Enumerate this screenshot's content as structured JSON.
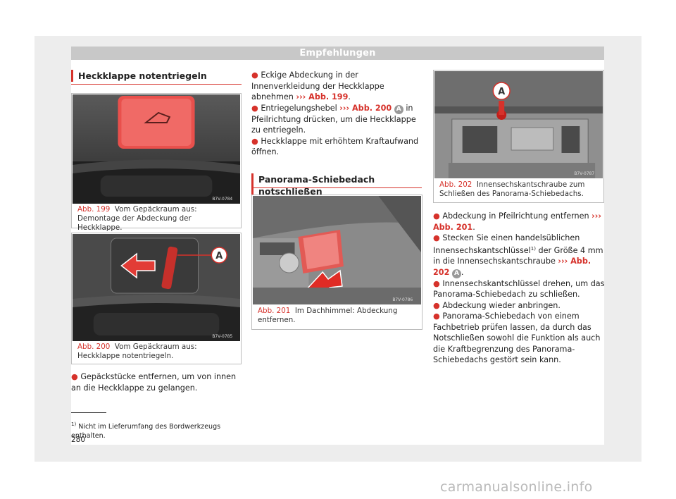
{
  "header": {
    "title": "Empfehlungen"
  },
  "section1": {
    "title": "Heckklappe notentriegeln"
  },
  "fig199": {
    "code": "B7V-0784",
    "number": "Abb. 199",
    "caption": "Vom Gepäckraum aus: Demontage der Abdeckung der Heckklappe."
  },
  "fig200": {
    "code": "B7V-0785",
    "number": "Abb. 200",
    "caption": "Vom Gepäckraum aus: Heckklappe notentriegeln.",
    "label": "A"
  },
  "col1_text": {
    "bullet1": "Gepäckstücke entfernen, um von innen an die Heckklappe zu gelangen."
  },
  "col2_text": {
    "bullet1_a": "Eckige Abdeckung in der Innenverkleidung der Heckklappe abnehmen ",
    "bullet1_ref": "››› Abb. 199",
    "bullet1_end": ".",
    "bullet2_a": "Entriegelungshebel ",
    "bullet2_ref": "››› Abb. 200",
    "bullet2_badge": "A",
    "bullet2_b": " in Pfeilrichtung drücken, um die Heckklappe zu entriegeln.",
    "bullet3": "Heckklappe mit erhöhtem Kraftaufwand öffnen."
  },
  "section2": {
    "title": "Panorama-Schiebedach notschließen"
  },
  "fig201": {
    "code": "B7V-0786",
    "number": "Abb. 201",
    "caption": "Im Dachhimmel: Abdeckung entfernen."
  },
  "fig202": {
    "code": "B7V-0787",
    "number": "Abb. 202",
    "caption": "Innensechskantschraube zum Schließen des Panorama-Schiebedachs.",
    "label": "A"
  },
  "col3_text": {
    "bullet1_a": "Abdeckung in Pfeilrichtung entfernen ",
    "bullet1_ref": "››› Abb. 201",
    "bullet1_end": ".",
    "bullet2_a": "Stecken Sie einen handelsüblichen Innensechskantschlüssel",
    "bullet2_sup": "1)",
    "bullet2_b": " der Größe 4 mm in die Innensechskantschraube ",
    "bullet2_ref": "››› Abb. 202",
    "bullet2_badge": "A",
    "bullet2_end": ".",
    "bullet3": "Innensechskantschlüssel drehen, um das Panorama-Schiebedach zu schließen.",
    "bullet4": "Abdeckung wieder anbringen.",
    "bullet5": "Panorama-Schiebedach von einem Fachbetrieb prüfen lassen, da durch das Notschließen sowohl die Funktion als auch die Kraftbegrenzung des Panorama-Schiebedachs gestört sein kann."
  },
  "footnote": {
    "mark": "1)",
    "text": "Nicht im Lieferumfang des Bordwerkzeugs enthalten."
  },
  "page": {
    "number": "280"
  },
  "watermark": {
    "text": "carmanualsonline.info"
  },
  "colors": {
    "accent": "#d6322b",
    "header_bg": "#c8c8c8"
  }
}
